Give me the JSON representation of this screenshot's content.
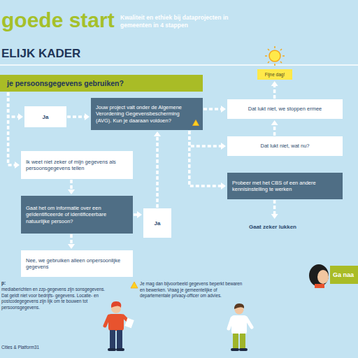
{
  "diagram": {
    "title": "goede start",
    "nodes": [
      {
        "text": [
          "je persoonsgegevens gebruiken?"
        ]
      },
      {
        "text": [
          "Fijne dag!"
        ]
      },
      {
        "text": [
          "Ja"
        ]
      },
      {
        "text": [
          "Jouw project valt onder de Algemene Verordening Gegevensbescherming (AVG). Kun je daaraan voldoen?"
        ]
      },
      {
        "text": [
          "Dat lukt niet, we stoppen ermee"
        ]
      },
      {
        "text": [
          "Dat lukt niet, wat nu?"
        ]
      },
      {
        "text": [
          "Ik weet niet zeker of mijn gegevens als persoonsgegevens tellen"
        ]
      },
      {
        "text": [
          "Probeer met het CBS of een andere kennisinstelling te werken"
        ]
      },
      {
        "text": [
          "Gaat het om informatie over een geïdentificeerde of identificeerbare natuurlijke persoon?"
        ]
      },
      {
        "text": [
          "Ja"
        ]
      },
      {
        "text": [
          "Gaat zeker lukken"
        ]
      },
      {
        "text": [
          "Nee, we gebruiken alleen onpersoonlijke gegevens"
        ]
      },
      {
        "text": [
          "Ga naa"
        ]
      }
    ],
    "edges": [
      {
        "from": 0,
        "to": 2,
        "arrow": "to"
      },
      {
        "from": 0,
        "to": 6,
        "arrow": "to"
      },
      {
        "from": 2,
        "to": 3,
        "arrow": "to"
      },
      {
        "from": 3,
        "to": 4,
        "arrow": "to"
      },
      {
        "from": 3,
        "to": 5,
        "arrow": "to"
      },
      {
        "from": 3,
        "to": 7,
        "arrow": "to"
      },
      {
        "from": 4,
        "to": 1,
        "arrow": "to"
      },
      {
        "from": 5,
        "to": 4,
        "arrow": "to"
      },
      {
        "from": 7,
        "to": 10,
        "arrow": "to"
      },
      {
        "from": 6,
        "to": 8,
        "arrow": "to"
      },
      {
        "from": 8,
        "to": 9,
        "arrow": "to"
      },
      {
        "from": 9,
        "to": 3,
        "arrow": "to"
      },
      {
        "from": 8,
        "to": 11,
        "arrow": "to"
      }
    ],
    "labels": [
      "Kwaliteit en ethiek bij dataprojecten in gemeenten in 4 stappen",
      "ELIJK KADER",
      "p:",
      "mediaberichten en zzp-gegevens zijn sonsgegevens. Dat geldt niet voor bedrijfs- gegevens. Locatie- en postcodegegevens zijn lijk om te bouwen tot persoonsgegevens.",
      "Je mag dan bijvoorbeeld gegevens beperkt bewaren en bewerken. Vraag je gemeentelijke of departementale privacy-officer om advies.",
      "Cities & Platform31"
    ]
  }
}
